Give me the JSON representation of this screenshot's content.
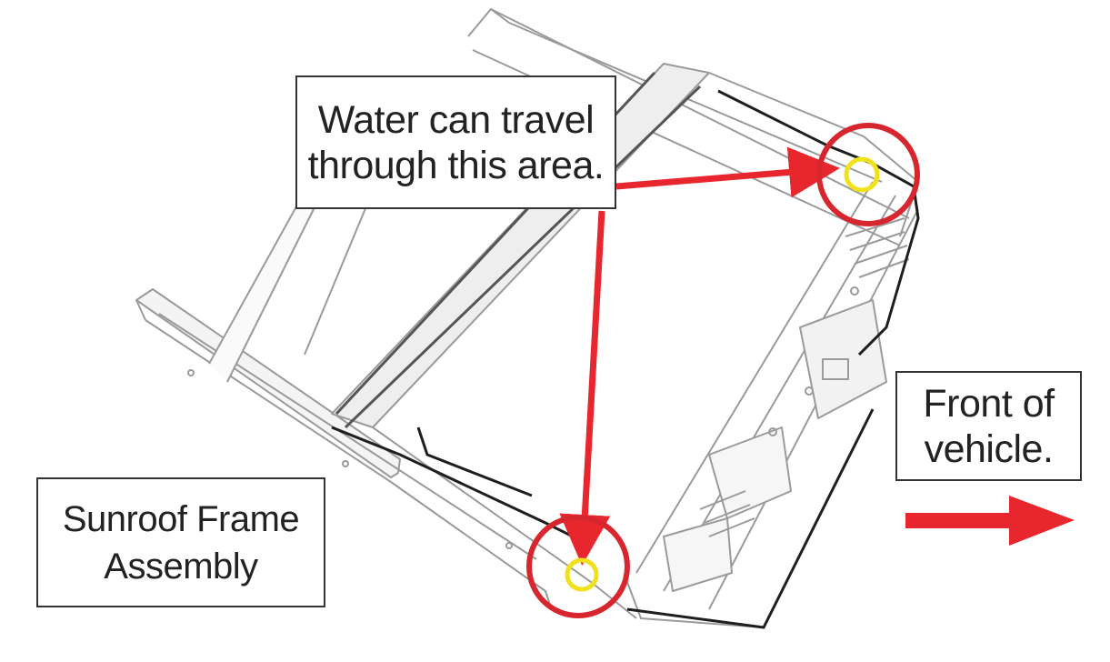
{
  "callouts": {
    "water": {
      "line1": "Water can travel",
      "line2": "through this area."
    },
    "front": {
      "line1": "Front of",
      "line2": "vehicle."
    },
    "sunroof": {
      "line1": "Sunroof Frame",
      "line2": "Assembly"
    }
  },
  "colors": {
    "arrow": "#e8262d",
    "highlight_circle": "#d7262d",
    "drain_ring": "#f0e11a",
    "outline": "#2a2a2a",
    "frame_stroke": "#9a9a9a"
  },
  "icons": [
    "arrow-right-icon"
  ]
}
